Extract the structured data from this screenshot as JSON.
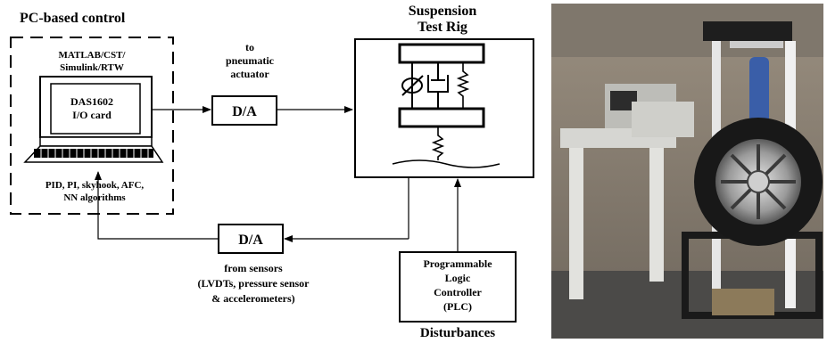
{
  "pc_control": {
    "title": "PC-based control",
    "software_lines": [
      "MATLAB/CST/",
      "Simulink/RTW"
    ],
    "card_lines": [
      "DAS1602",
      "I/O card"
    ],
    "algorithm_lines": [
      "PID, PI, skyhook, AFC,",
      "NN algorithms"
    ]
  },
  "actuator_label_lines": [
    "to",
    "pneumatic",
    "actuator"
  ],
  "da_top_label": "D/A",
  "da_bottom_label": "D/A",
  "rig_title_lines": [
    "Suspension",
    "Test Rig"
  ],
  "sensors_label_lines": [
    "from sensors",
    "(LVDTs, pressure sensor",
    "& accelerometers)"
  ],
  "plc_lines": [
    "Programmable",
    "Logic",
    "Controller",
    "(PLC)"
  ],
  "disturbances_label": "Disturbances",
  "colors": {
    "line": "#000000",
    "background": "#ffffff"
  }
}
